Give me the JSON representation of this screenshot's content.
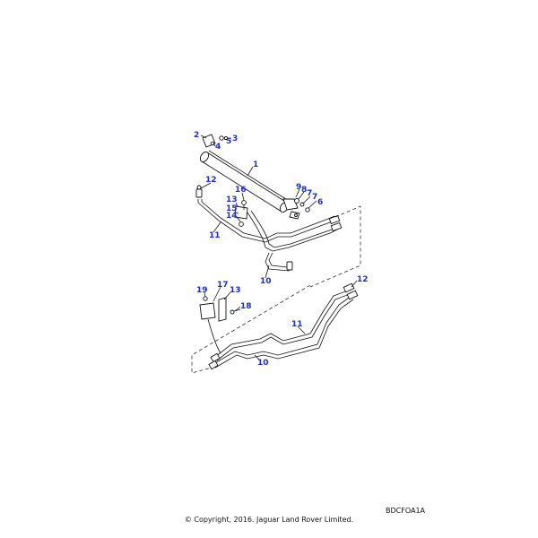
{
  "diagram": {
    "callouts": {
      "c1": "1",
      "c2": "2",
      "c3": "3",
      "c4": "4",
      "c5": "5",
      "c6": "6",
      "c7a": "7",
      "c7b": "7",
      "c8": "8",
      "c9": "9",
      "c10a": "10",
      "c10b": "10",
      "c11a": "11",
      "c11b": "11",
      "c12a": "12",
      "c12b": "12",
      "c13a": "13",
      "c13b": "13",
      "c14": "14",
      "c15": "15",
      "c16": "16",
      "c17": "17",
      "c18": "18",
      "c19": "19"
    },
    "reference_code": "BDCFOA1A",
    "copyright": "© Copyright, 2016. Jaguar Land Rover Limited."
  }
}
